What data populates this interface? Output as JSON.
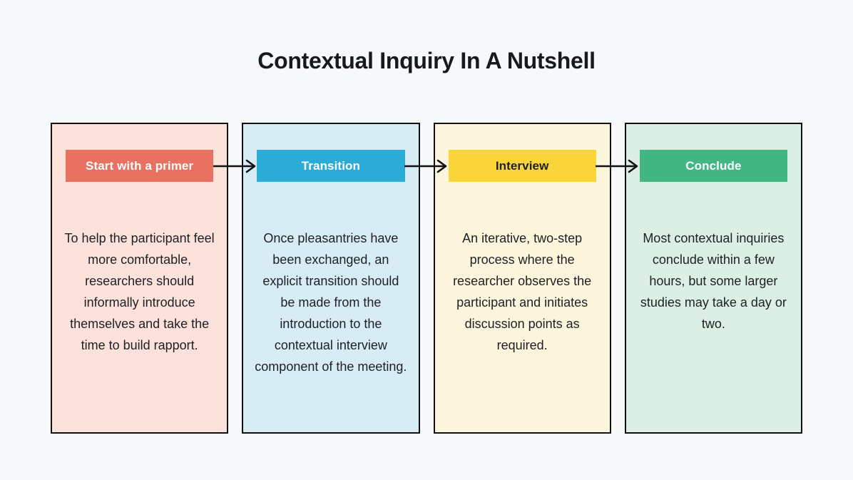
{
  "title": "Contextual Inquiry In A Nutshell",
  "background_color": "#F7F8F9",
  "card_border_color": "#111111",
  "arrow_color": "#111111",
  "steps": [
    {
      "label": "Start with a primer",
      "description": "To help the participant feel more comfortable, researchers should informally introduce themselves and take the time to build rapport.",
      "card_color": "#FDE1DB",
      "badge_color": "#E97161",
      "badge_text_color": "#FFFFFF"
    },
    {
      "label": "Transition",
      "description": "Once pleasantries have been exchanged, an explicit transition should be made from the introduction to the contextual interview component of the meeting.",
      "card_color": "#D8ECF5",
      "badge_color": "#2BACD6",
      "badge_text_color": "#FFFFFF"
    },
    {
      "label": "Interview",
      "description": "An iterative, two-step process where the researcher observes the participant and initiates discussion points as required.",
      "card_color": "#FDF5DC",
      "badge_color": "#F9D53A",
      "badge_text_color": "#1D2025"
    },
    {
      "label": "Conclude",
      "description": "Most contextual inquiries conclude within a few hours, but some larger studies may take a day or two.",
      "card_color": "#DCEFE5",
      "badge_color": "#42B783",
      "badge_text_color": "#FFFFFF"
    }
  ]
}
